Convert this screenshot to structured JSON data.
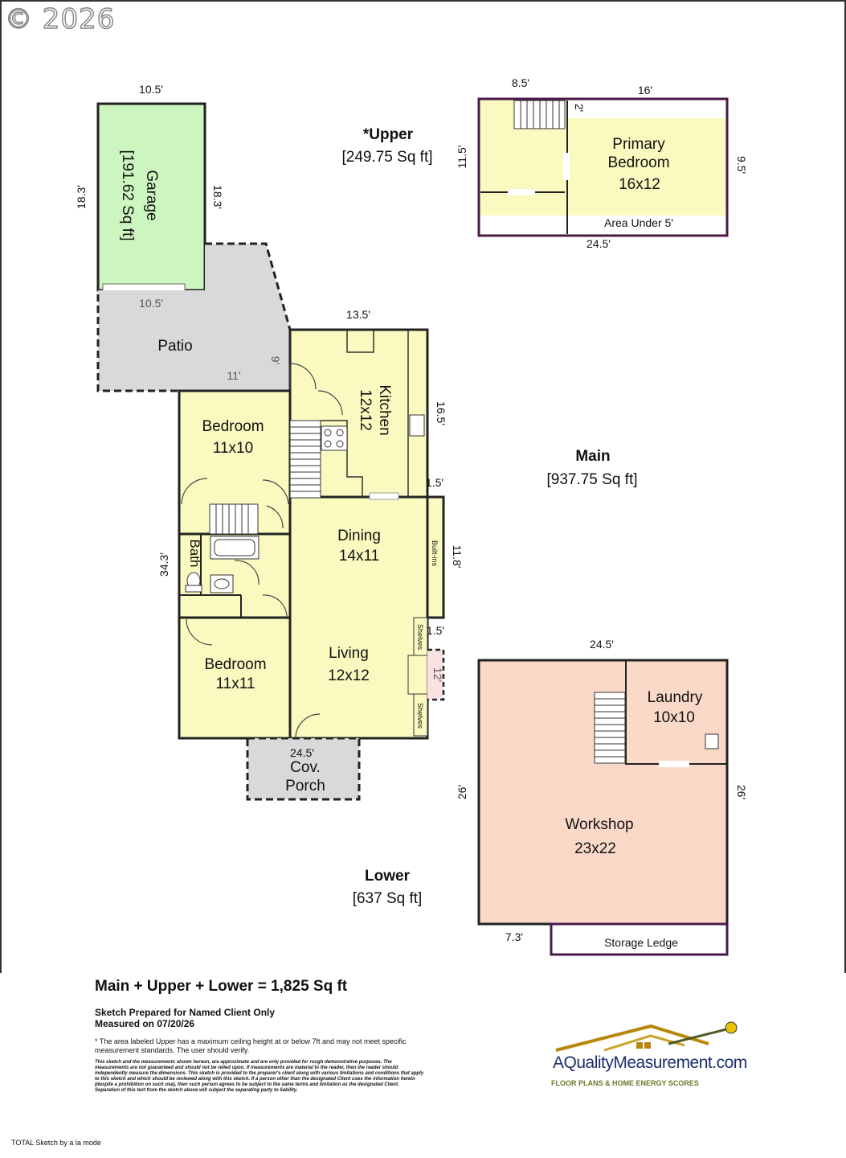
{
  "copyright": "© 2026",
  "rooms": {
    "garage": {
      "name": "Garage",
      "area": "[191.62 Sq ft]"
    },
    "patio": "Patio",
    "kitchen": {
      "name": "Kitchen",
      "size": "12x12"
    },
    "bedroom1": {
      "name": "Bedroom",
      "size": "11x10"
    },
    "bath": "Bath",
    "dining": {
      "name": "Dining",
      "size": "14x11"
    },
    "builtins": "Built-ins",
    "living": {
      "name": "Living",
      "size": "12x12"
    },
    "shelves_top": "Shelves",
    "shelves_bottom": "Shelves",
    "bedroom2": {
      "name": "Bedroom",
      "size": "11x11"
    },
    "porch": {
      "line1": "Cov.",
      "line2": "Porch"
    },
    "primary": {
      "line1": "Primary",
      "line2": "Bedroom",
      "size": "16x12"
    },
    "area_under": "Area Under 5'",
    "laundry": {
      "name": "Laundry",
      "size": "10x10"
    },
    "workshop": {
      "name": "Workshop",
      "size": "23x22"
    },
    "storage": "Storage Ledge"
  },
  "levels": {
    "upper": {
      "name": "*Upper",
      "area": "[249.75 Sq ft]"
    },
    "main": {
      "name": "Main",
      "area": "[937.75 Sq ft]"
    },
    "lower": {
      "name": "Lower",
      "area": "[637 Sq ft]"
    }
  },
  "dims": {
    "garage_top": "10.5'",
    "garage_left": "18.3'",
    "garage_right": "18.3'",
    "garage_bottom": "10.5'",
    "patio_bottom": "11'",
    "patio_side": "9'",
    "kitchen_top": "13.5'",
    "kitchen_right": "16.5'",
    "builtin_top": "1.5'",
    "builtin_right": "11.8'",
    "main_left": "34.3'",
    "fire_top": "1.5'",
    "fire_side": "12'",
    "porch_top": "24.5'",
    "upper_top_left": "8.5'",
    "upper_top_right": "16'",
    "upper_left": "11.5'",
    "upper_right": "9.5'",
    "upper_bottom": "24.5'",
    "upper_stair": "2'",
    "lower_top": "24.5'",
    "lower_left": "26'",
    "lower_right": "26'",
    "storage_left": "7.3'"
  },
  "footer": {
    "total": "Main + Upper + Lower = 1,825 Sq ft",
    "prepared": "Sketch Prepared for Named Client Only",
    "measured": "Measured on 07/20/26",
    "upper_note": "* The area labeled Upper has a maximum ceiling height at or below 7ft and may not meet specific measurement standards. The user should verify.",
    "disclaimer": "This sketch and the measurements shown hereon, are approximate and are only provided for rough demonstrative purposes. The measurements are not guaranteed and should not be relied upon. If measurements are material to the reader, then the reader should independently measure the dimensions. This sketch is provided to the preparer's client along with various limitations and conditions that apply to this sketch and which should be reviewed along with this sketch. If a person other than the designated Client uses the information herein (despite a prohibition on such use), then such person agrees to be subject to the same terms and limitation as the designated Client. Separation of this text from the sketch above will subject the separating party to liability.",
    "credit": "TOTAL Sketch by a la mode"
  },
  "logo": {
    "name": "AQualityMeasurement.com",
    "tagline": "FLOOR PLANS & HOME ENERGY SCORES"
  },
  "colors": {
    "yellow": "#fafac0",
    "green": "#cdf5c0",
    "gray": "#d9d9d9",
    "salmon": "#fbd9c9",
    "upper_border": "#4a1a4a"
  }
}
